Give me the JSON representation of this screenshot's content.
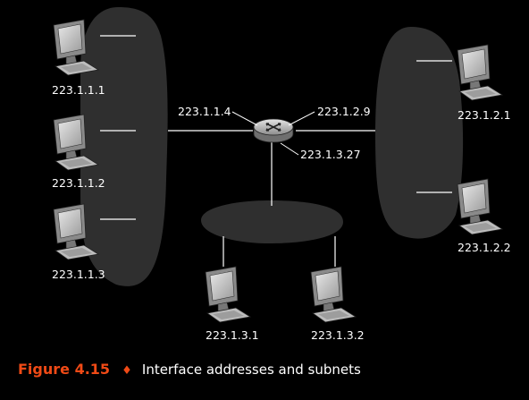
{
  "subnets": {
    "subnet_223_1_1": {
      "hosts": [
        "223.1.1.1",
        "223.1.1.2",
        "223.1.1.3"
      ],
      "router_interface": "223.1.1.4"
    },
    "subnet_223_1_2": {
      "hosts": [
        "223.1.2.1",
        "223.1.2.2"
      ],
      "router_interface": "223.1.2.9"
    },
    "subnet_223_1_3": {
      "hosts": [
        "223.1.3.1",
        "223.1.3.2"
      ],
      "router_interface": "223.1.3.27"
    }
  },
  "caption": {
    "figure_number": "Figure 4.15",
    "separator": "♦",
    "text": "Interface addresses and subnets"
  },
  "colors": {
    "background": "#000000",
    "subnet_blob": "#2f2f2f",
    "link": "#ffffff",
    "caption_accent": "#f04a16"
  },
  "icons": {
    "host": "desktop-computer-icon",
    "router": "router-icon"
  }
}
